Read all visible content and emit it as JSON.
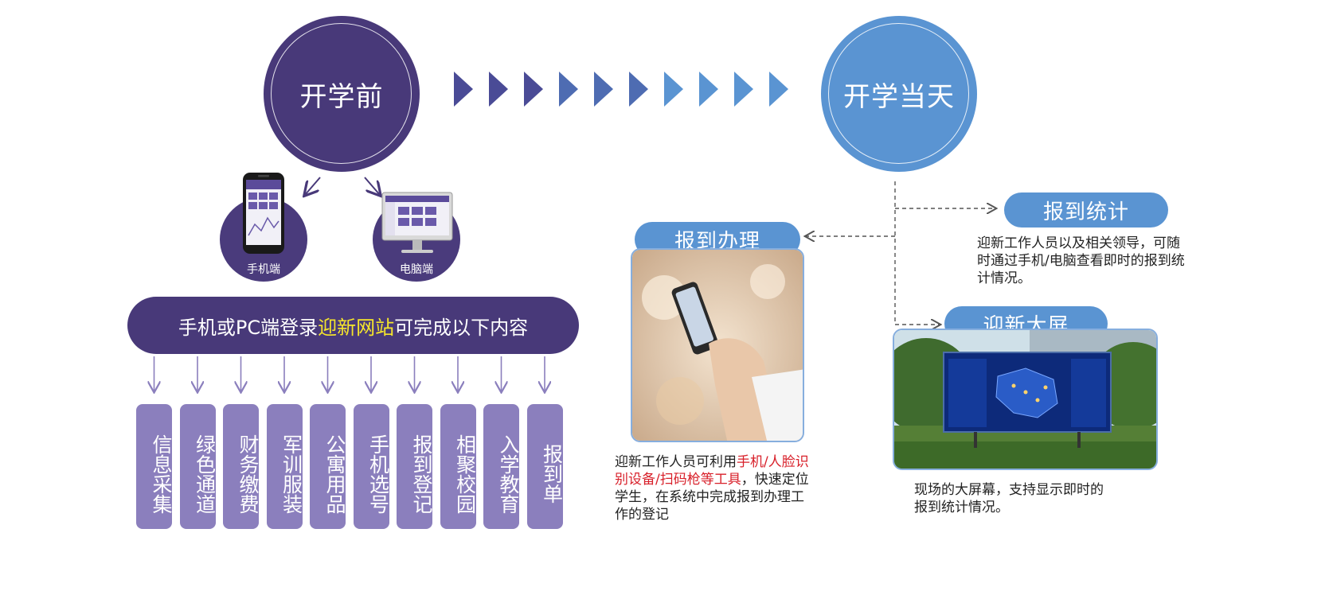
{
  "stages": {
    "before": "开学前",
    "day": "开学当天"
  },
  "devices": {
    "phone": "手机端",
    "pc": "电脑端"
  },
  "banner": {
    "prefix": "手机或PC端登录",
    "highlight": "迎新网站",
    "suffix": "可完成以下内容"
  },
  "items": [
    "信息采集",
    "绿色通道",
    "财务缴费",
    "军训服装",
    "公寓用品",
    "手机选号",
    "报到登记",
    "相聚校园",
    "入学教育",
    "报到单"
  ],
  "registration": {
    "title": "报到办理",
    "desc_before": "迎新工作人员可利用",
    "desc_highlight": "手机/人脸识别设备/扫码枪等工具",
    "desc_after": "，快速定位学生，在系统中完成报到办理工作的登记"
  },
  "stats": {
    "title": "报到统计",
    "desc": "迎新工作人员以及相关领导，可随时通过手机/电脑查看即时的报到统计情况。"
  },
  "screen": {
    "title": "迎新大屏",
    "desc": "现场的大屏幕，支持显示即时的报到统计情况。"
  },
  "colors": {
    "dark_purple": "#483979",
    "light_purple": "#8b7fbd",
    "blue": "#5a94d2",
    "yellow_highlight": "#f6e62b",
    "red_highlight": "#d8202a"
  },
  "icons": {
    "chevrons": "chevron-right-icon",
    "phone": "smartphone-icon",
    "pc": "monitor-icon"
  }
}
